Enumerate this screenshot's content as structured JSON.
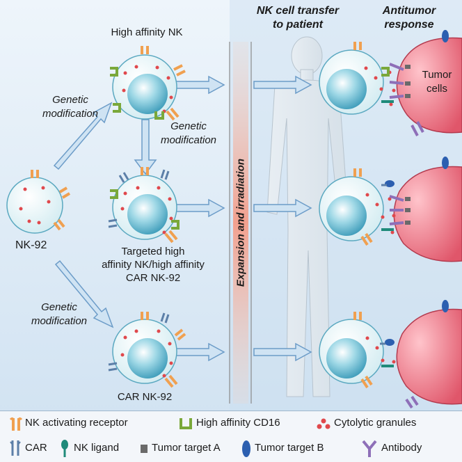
{
  "title_high_affinity": "High affinity NK",
  "header_transfer": [
    "NK cell transfer",
    "to patient"
  ],
  "header_response": [
    "Antitumor",
    "response"
  ],
  "genmod_left_top": [
    "Genetic",
    "modification"
  ],
  "genmod_center": [
    "Genetic",
    "modification"
  ],
  "genmod_left_bottom": [
    "Genetic",
    "modification"
  ],
  "label_nk92": "NK-92",
  "label_targeted": [
    "Targeted high",
    "affinity NK/high affinity",
    "CAR NK-92"
  ],
  "label_car_nk92": "CAR NK-92",
  "label_expansion": "Expansion and irradiation",
  "label_tumor": [
    "Tumor",
    "cells"
  ],
  "legend": {
    "nk_receptor": "NK activating receptor",
    "cd16": "High affinity CD16",
    "granules": "Cytolytic granules",
    "car": "CAR",
    "nk_ligand": "NK ligand",
    "target_a": "Tumor target A",
    "target_b": "Tumor target B",
    "antibody": "Antibody"
  },
  "colors": {
    "receptor": "#f0a050",
    "cd16": "#7aa83a",
    "granule": "#e0484c",
    "car": "#5c7fa8",
    "ligand": "#1f8a7a",
    "target_a": "#6a6a6a",
    "target_b": "#2c5fb0",
    "antibody": "#8e6fb8",
    "tumor": "#e56a78",
    "nk_cell": "#d8f0f4",
    "nucleus": "#5fb8cf"
  }
}
